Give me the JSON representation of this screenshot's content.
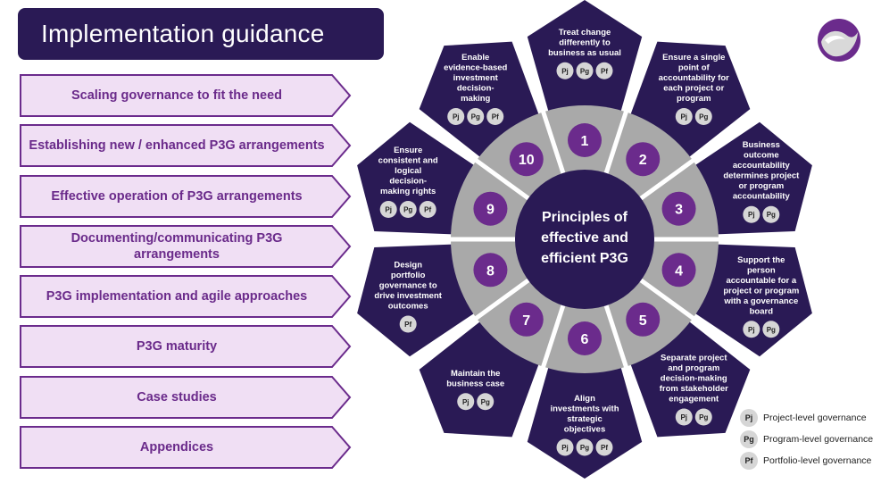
{
  "title": "Implementation guidance",
  "nav": [
    "Scaling governance to fit the need",
    "Establishing new / enhanced P3G arrangements",
    "Effective operation of P3G arrangements",
    "Documenting/communicating P3G arrangements",
    "P3G implementation and agile approaches",
    "P3G maturity",
    "Case studies",
    "Appendices"
  ],
  "center": [
    "Principles of",
    "effective and",
    "efficient P3G"
  ],
  "principles": [
    {
      "num": "1",
      "lines": [
        "Treat change",
        "differently to",
        "business as usual"
      ],
      "badges": [
        "Pj",
        "Pg",
        "Pf"
      ]
    },
    {
      "num": "2",
      "lines": [
        "Ensure a single",
        "point of",
        "accountability for",
        "each project or",
        "program"
      ],
      "badges": [
        "Pj",
        "Pg"
      ]
    },
    {
      "num": "3",
      "lines": [
        "Business",
        "outcome",
        "accountability",
        "determines project",
        "or program",
        "accountability"
      ],
      "badges": [
        "Pj",
        "Pg"
      ]
    },
    {
      "num": "4",
      "lines": [
        "Support the",
        "person",
        "accountable for a",
        "project or program",
        "with a governance",
        "board"
      ],
      "badges": [
        "Pj",
        "Pg"
      ]
    },
    {
      "num": "5",
      "lines": [
        "Separate project",
        "and program",
        "decision-making",
        "from stakeholder",
        "engagement"
      ],
      "badges": [
        "Pj",
        "Pg"
      ]
    },
    {
      "num": "6",
      "lines": [
        "Align",
        "investments with",
        "strategic",
        "objectives"
      ],
      "badges": [
        "Pj",
        "Pg",
        "Pf"
      ]
    },
    {
      "num": "7",
      "lines": [
        "Maintain the",
        "business case"
      ],
      "badges": [
        "Pj",
        "Pg"
      ]
    },
    {
      "num": "8",
      "lines": [
        "Design",
        "portfolio",
        "governance to",
        "drive investment",
        "outcomes"
      ],
      "badges": [
        "Pf"
      ]
    },
    {
      "num": "9",
      "lines": [
        "Ensure",
        "consistent and",
        "logical",
        "decision-",
        "making rights"
      ],
      "badges": [
        "Pj",
        "Pg",
        "Pf"
      ]
    },
    {
      "num": "10",
      "lines": [
        "Enable",
        "evidence-based",
        "investment",
        "decision-",
        "making"
      ],
      "badges": [
        "Pj",
        "Pg",
        "Pf"
      ]
    }
  ],
  "legend": [
    {
      "code": "Pj",
      "label": "Project-level governance"
    },
    {
      "code": "Pg",
      "label": "Program-level governance"
    },
    {
      "code": "Pf",
      "label": "Portfolio-level governance"
    }
  ],
  "colors": {
    "navy": "#2a1a55",
    "purple": "#6b2b8c",
    "ring": "#a9a9a9",
    "nav_fill": "#f0dff4",
    "nav_text": "#6a2a8a",
    "badge": "#d6d6d6"
  },
  "icons": {
    "logo": "swirl-logo-icon"
  }
}
